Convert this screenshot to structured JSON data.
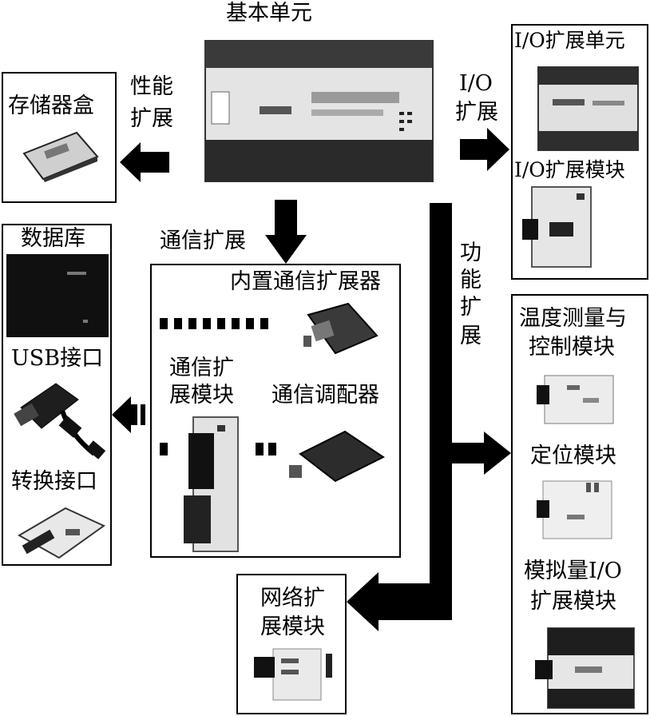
{
  "base_unit": {
    "label": "基本单元"
  },
  "performance": {
    "line1": "性能",
    "line2": "扩展",
    "target": "存储器盒"
  },
  "io": {
    "line1": "I/O",
    "line2": "扩展",
    "unit": "I/O扩展单元",
    "module": "I/O扩展模块"
  },
  "communication": {
    "label": "通信扩展",
    "builtin": "内置通信扩展器",
    "module_line1": "通信扩",
    "module_line2": "展模块",
    "adapter": "通信调配器"
  },
  "database": {
    "title": "数据库",
    "usb": "USB接口",
    "converter": "转换接口"
  },
  "function": {
    "chars": [
      "功",
      "能",
      "扩",
      "展"
    ],
    "temp_line1": "温度测量与",
    "temp_line2": "控制模块",
    "positioning": "定位模块",
    "analog_line1": "模拟量I/O",
    "analog_line2": "扩展模块"
  },
  "network": {
    "line1": "网络扩",
    "line2": "展模块"
  }
}
